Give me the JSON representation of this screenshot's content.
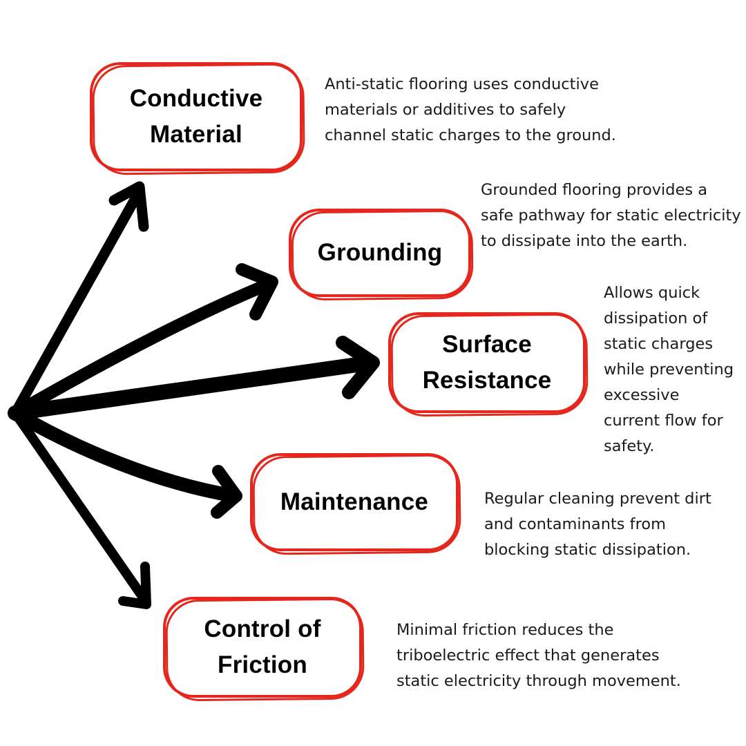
{
  "colors": {
    "box_outline": "#e5261d",
    "arrow": "#000000",
    "text": "#000000",
    "background": "#ffffff"
  },
  "nodes": [
    {
      "title": "Conductive\nMaterial",
      "description": "Anti-static flooring uses conductive\nmaterials or additives to safely\nchannel static charges to the ground."
    },
    {
      "title": "Grounding",
      "description": "Grounded flooring provides a\nsafe pathway for static electricity\nto dissipate into the earth."
    },
    {
      "title": "Surface\nResistance",
      "description": "Allows quick\ndissipation of\nstatic charges\nwhile preventing\nexcessive\ncurrent flow for\nsafety."
    },
    {
      "title": "Maintenance",
      "description": "Regular cleaning prevent dirt\nand contaminants from\nblocking static dissipation."
    },
    {
      "title": "Control of\nFriction",
      "description": "Minimal friction reduces the\ntriboelectric effect that generates\nstatic electricity through movement."
    }
  ]
}
